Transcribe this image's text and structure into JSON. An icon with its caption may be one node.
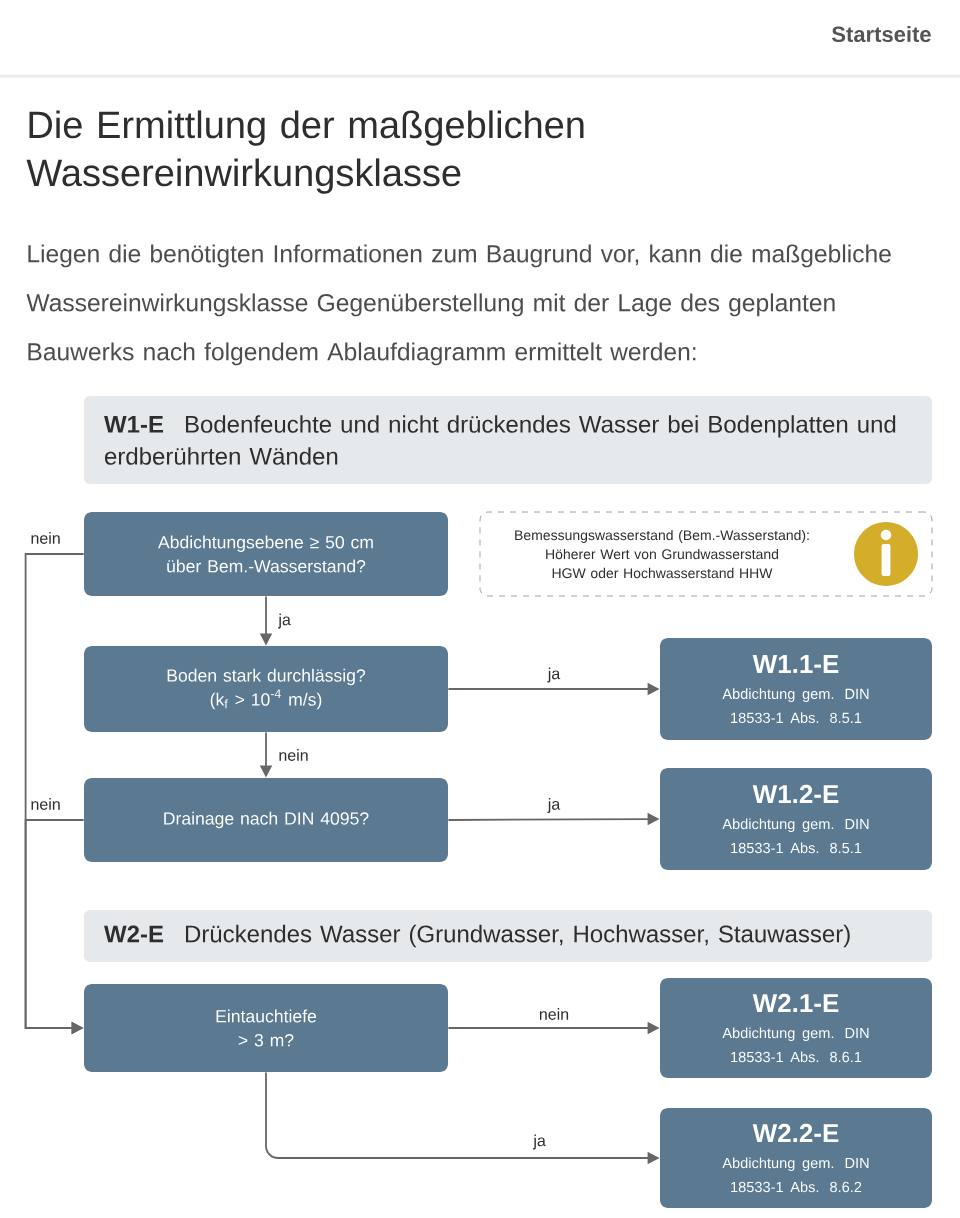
{
  "diagram": {
    "title": "Die Ermittlung der maßgeblichen Wassereinwirkungsklasse",
    "nodes": [
      {
        "text": [
          "W1-E",
          "Bodenfeuchte und nicht drückendes Wasser bei Bodenplatten und erdberührten Wänden"
        ]
      },
      {
        "text": [
          "Abdichtungsebene ≥ 50 cm über Bem.-Wasserstand?"
        ]
      },
      {
        "text": [
          "Bemessungswasserstand (Bem.-Wasserstand): Höherer Wert von Grundwasserstand HGW oder Hochwasserstand HHW"
        ]
      },
      {
        "text": [
          "Boden stark durchlässig?",
          "(k$_{f}$ > 10$^{-4}$ m/s)"
        ]
      },
      {
        "text": [
          "W1.1-E",
          "Abdichtung gem. DIN 18533-1 Abs. 8.5.1"
        ]
      },
      {
        "text": [
          "Drainage nach DIN 4095?"
        ]
      },
      {
        "text": [
          "W1.2-E",
          "Abdichtung gem. DIN 18533-1 Abs. 8.5.1"
        ]
      },
      {
        "text": [
          "W2-E",
          "Drückendes Wasser (Grundwasser, Hochwasser, Stauwasser)"
        ]
      },
      {
        "text": [
          "Eintauchtiefe > 3 m?"
        ]
      },
      {
        "text": [
          "W2.1-E",
          "Abdichtung gem. DIN 18533-1 Abs. 8.6.1"
        ]
      },
      {
        "text": [
          "W2.2-E",
          "Abdichtung gem. DIN 18533-1 Abs. 8.6.2"
        ]
      }
    ],
    "edges": [
      {
        "from": 1,
        "to": 3,
        "arrow": "to",
        "label": "ja"
      },
      {
        "from": 3,
        "to": 4,
        "arrow": "to",
        "label": "ja"
      },
      {
        "from": 3,
        "to": 5,
        "arrow": "to",
        "label": "nein"
      },
      {
        "from": 5,
        "to": 6,
        "arrow": "to",
        "label": "ja"
      },
      {
        "from": 1,
        "to": 8,
        "arrow": "to",
        "label": "nein"
      },
      {
        "from": 5,
        "to": 8,
        "arrow": "to",
        "label": "nein"
      },
      {
        "from": 8,
        "to": 9,
        "arrow": "to",
        "label": "nein"
      },
      {
        "from": 8,
        "to": 10,
        "arrow": "to",
        "label": "ja"
      }
    ],
    "labels": [
      "Startseite",
      "Liegen die benötigten Informationen zum Baugrund vor, kann die maßgebliche Wassereinwirkungsklasse Gegenüberstellung mit der Lage des geplanten Bauwerks nach folgendem Ablaufdiagramm ermittelt werden:"
    ]
  }
}
